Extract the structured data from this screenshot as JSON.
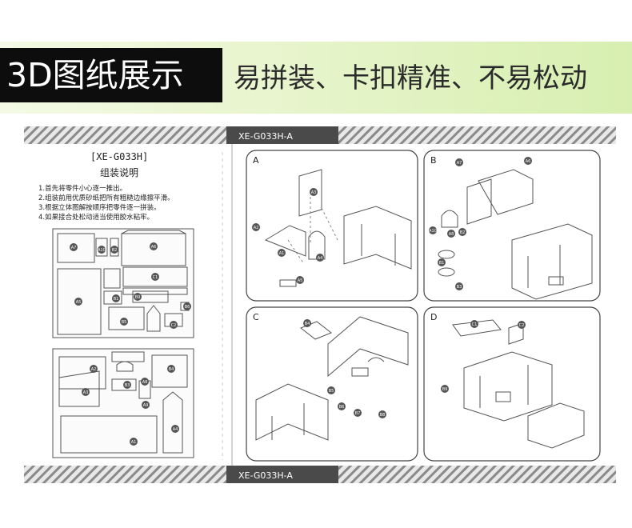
{
  "banner": {
    "title": "3D图纸展示",
    "subtitle": "易拼装、卡扣精准、不易松动"
  },
  "sheet": {
    "header_code": "XE-G033H-A",
    "footer_code": "XE-G033H-A",
    "model_code": "[XE-G033H]",
    "heading": "组装说明",
    "instructions": [
      "1.首先将零件小心逐一推出。",
      "2.组装前用优质砂纸把所有粗糙边缘擦平滑。",
      "3.根据立体图解按顺序把零件逐一拼装。",
      "4.如果接合处松动适当使用胶水粘牢。"
    ],
    "upper_parts": [
      "A7",
      "A10",
      "B2",
      "A6",
      "A5",
      "C1",
      "B1",
      "B9",
      "B6",
      "B5",
      "C2"
    ],
    "lower_parts": [
      "A2",
      "B4",
      "B3",
      "A8",
      "A3",
      "A9",
      "A1",
      "A4"
    ],
    "steps": [
      {
        "letter": "A",
        "parts": [
          "A3",
          "A2",
          "A1",
          "A4",
          "A5"
        ]
      },
      {
        "letter": "B",
        "parts": [
          "A7",
          "A6",
          "A8",
          "A10",
          "B1",
          "B2",
          "B3"
        ]
      },
      {
        "letter": "C",
        "parts": [
          "B4",
          "B5",
          "B6",
          "B7",
          "B8"
        ]
      },
      {
        "letter": "D",
        "parts": [
          "C1",
          "C2",
          "B9"
        ]
      }
    ]
  }
}
